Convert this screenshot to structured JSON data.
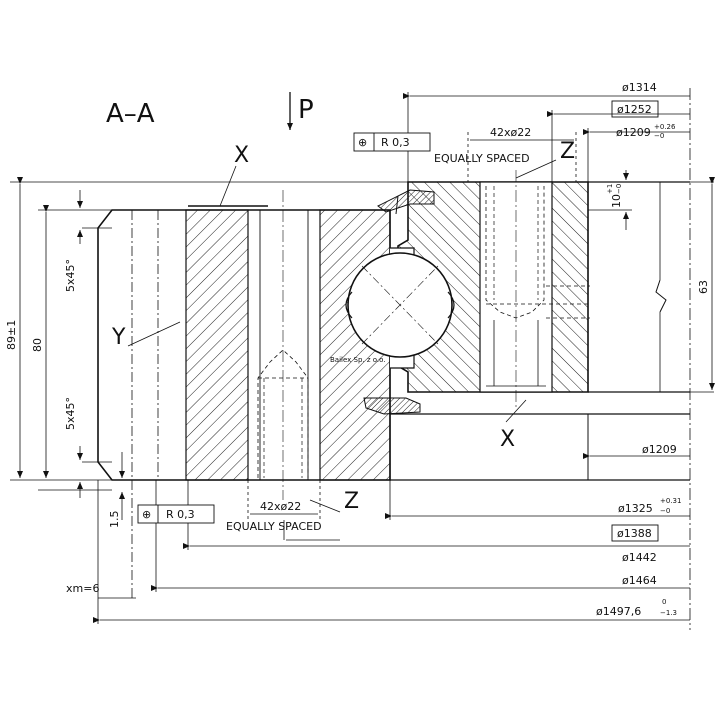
{
  "section_title": "A–A",
  "view_label": "P",
  "detail_x": "X",
  "detail_y": "Y",
  "detail_z": "Z",
  "tolerance_symbol": "⊕",
  "tolerance_value": "R 0,3",
  "hole_spec": "42xø22",
  "equally_spaced": "EQUALLY SPACED",
  "watermark": "Bailex Sp. z o.o.",
  "dimensions": {
    "d1314": "ø1314",
    "d1252": "ø1252",
    "d1209_top": "ø1209",
    "d1209_top_tol_upper": "+0.26",
    "d1209_top_tol_lower": "−0",
    "d1209": "ø1209",
    "d1325": "ø1325",
    "d1325_tol_upper": "+0.31",
    "d1325_tol_lower": "−0",
    "d1388": "ø1388",
    "d1442": "ø1442",
    "d1464": "ø1464",
    "d1497": "ø1497,6",
    "d1497_tol_upper": "0",
    "d1497_tol_lower": "−1.3",
    "h89": "89±1",
    "h80": "80",
    "h63": "63",
    "h10": "10",
    "h10_tol_upper": "+1",
    "h10_tol_lower": "−0",
    "chamfer_top": "5x45°",
    "chamfer_bottom": "5x45°",
    "gap": "1.5",
    "module": "xm=6"
  }
}
